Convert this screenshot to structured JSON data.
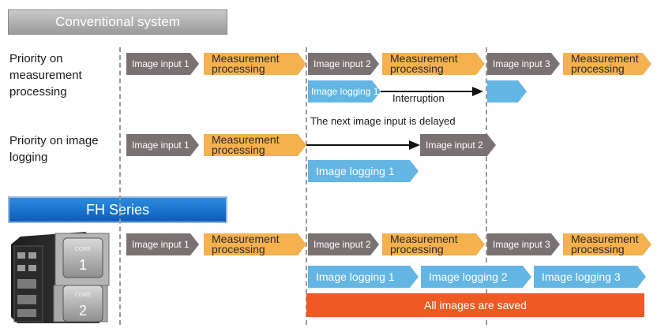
{
  "conventional": {
    "title": "Conventional system",
    "row1_label": [
      "Priority on",
      "measurement",
      "processing"
    ],
    "row2_label": [
      "Priority on image",
      "logging"
    ],
    "row1": {
      "steps": [
        "Image input 1",
        "Measurement",
        "processing",
        "Image input 2",
        "Measurement",
        "processing",
        "Image input 3",
        "Measurement",
        "processing"
      ],
      "logging": "Image logging 1",
      "interruption": "Interruption"
    },
    "delayed_note": "The next image input is delayed",
    "row2": {
      "input1": "Image input 1",
      "meas_line1": "Measurement",
      "meas_line2": "processing",
      "input2": "Image input 2",
      "logging": "Image logging 1"
    }
  },
  "fh": {
    "title": "FH Series",
    "steps": [
      "Image input 1",
      "Measurement",
      "processing",
      "Image input 2",
      "Measurement",
      "processing",
      "Image input 3",
      "Measurement",
      "processing"
    ],
    "logging": [
      "Image logging 1",
      "Image logging 2",
      "Image logging 3"
    ],
    "saved": "All images are saved",
    "cores": [
      "1",
      "2"
    ],
    "core_word": "CORE"
  },
  "colors": {
    "input": "#7a7172",
    "measurement": "#f5b14e",
    "logging": "#63b6e3",
    "saved": "#ee5a24",
    "fh_header": "#0c5db8"
  }
}
